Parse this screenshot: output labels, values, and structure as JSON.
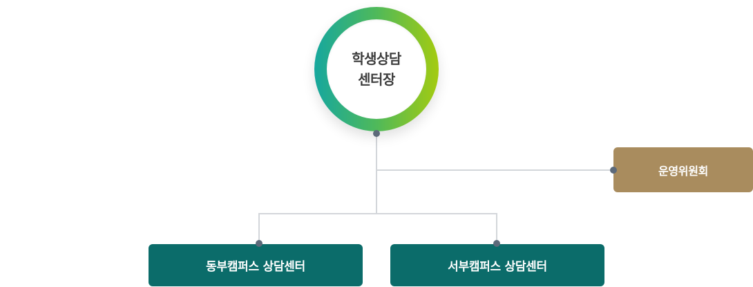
{
  "root": {
    "label_line1": "학생상담",
    "label_line2": "센터장"
  },
  "side_unit": {
    "label": "운영위원회"
  },
  "children": [
    {
      "label": "동부캠퍼스 상담센터"
    },
    {
      "label": "서부캠퍼스 상담센터"
    }
  ],
  "colors": {
    "ring_gradient": [
      "#16a79e",
      "#4fb95a",
      "#a4cb10"
    ],
    "committee": "#a98c5e",
    "campus": "#0b6c6a",
    "connector": "#d3d6da",
    "dot": "#5d6a7a"
  }
}
